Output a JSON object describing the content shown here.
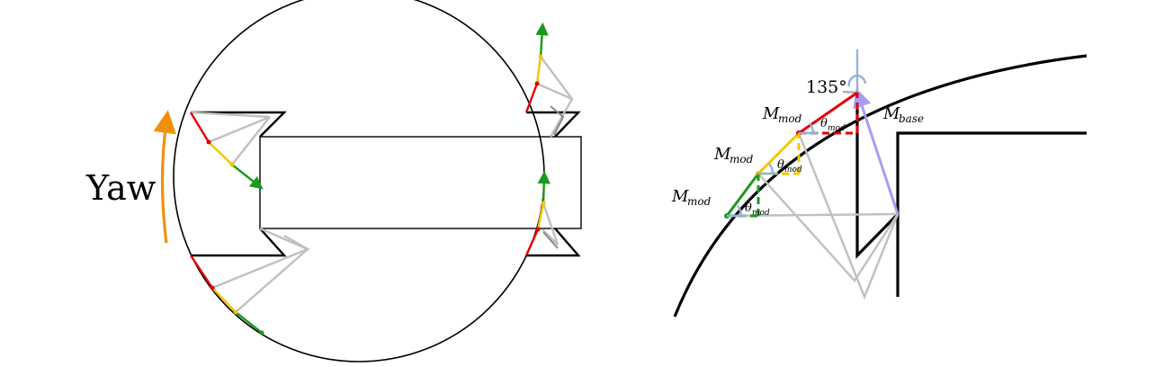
{
  "left_panel": {
    "yaw_label": "Yaw",
    "colors": {
      "outline": "#000000",
      "yaw_arrow": "#f0900a",
      "red": "#e00000",
      "yellow": "#f4c400",
      "green": "#1a9a1a",
      "gray": "#c0c0bc",
      "dark_gray": "#8a8a8a"
    }
  },
  "right_panel": {
    "angle_label": "135°",
    "m_base_main": "M",
    "m_base_sub": "base",
    "m_mod_main": "M",
    "m_mod_sub": "mod",
    "theta_main": "θ",
    "theta_sub": "mod",
    "colors": {
      "wall": "#000000",
      "base_vector": "#a99cf2",
      "angle_marker": "#93b3d7",
      "red": "#e00000",
      "yellow": "#f4c400",
      "green": "#1a9a1a",
      "gray": "#c0c0bc"
    }
  }
}
